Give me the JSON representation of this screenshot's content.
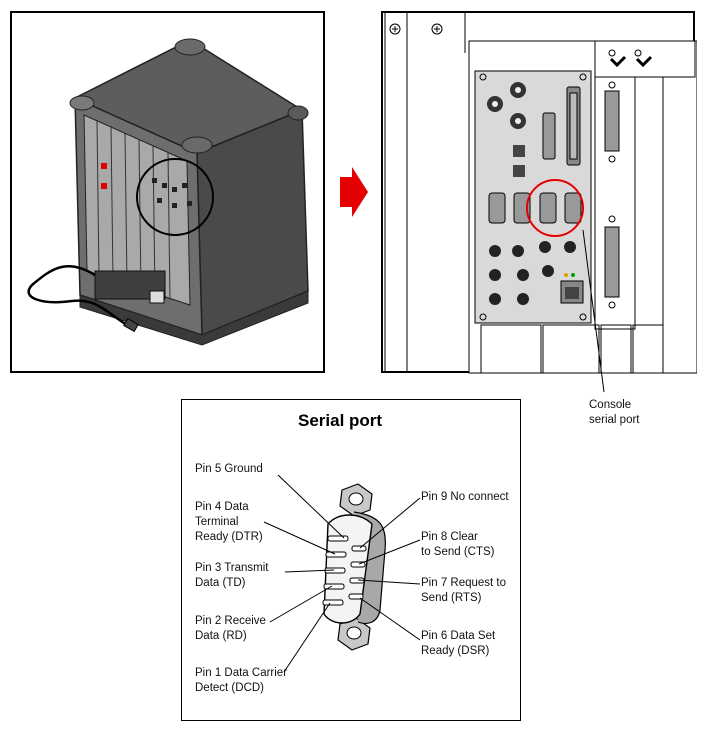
{
  "callout": {
    "console_label": [
      "Console",
      "serial port"
    ]
  },
  "serial_port": {
    "title": "Serial port",
    "left_labels": [
      [
        "Pin 5 Ground"
      ],
      [
        "Pin 4 Data",
        "Terminal",
        "Ready (DTR)"
      ],
      [
        "Pin 3 Transmit",
        "Data (TD)"
      ],
      [
        "Pin 2 Receive",
        "Data (RD)"
      ],
      [
        "Pin 1 Data Carrier",
        "Detect (DCD)"
      ]
    ],
    "right_labels": [
      [
        "Pin 9 No connect"
      ],
      [
        "Pin 8 Clear",
        "to Send (CTS)"
      ],
      [
        "Pin 7 Request to",
        "Send (RTS)"
      ],
      [
        "Pin 6 Data Set",
        "Ready (DSR)"
      ]
    ]
  },
  "colors": {
    "highlight": "#e30000",
    "arrow": "#e30000"
  }
}
